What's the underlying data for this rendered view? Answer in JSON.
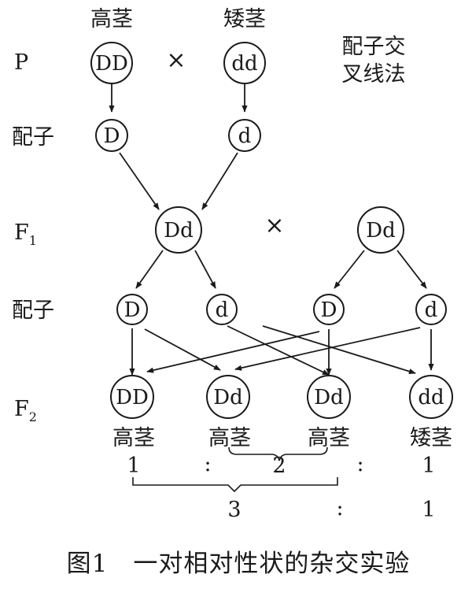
{
  "labels": {
    "tall_top": "高茎",
    "short_top": "矮茎",
    "p": "P",
    "gamete": "配子",
    "f1": "F",
    "f1_sub": "1",
    "f2": "F",
    "f2_sub": "2",
    "method_line1": "配子交",
    "method_line2": "叉线法",
    "cross": "×"
  },
  "genotypes": {
    "p_tall": "DD",
    "p_short": "dd",
    "gamete_D": "D",
    "gamete_d": "d",
    "f1_left": "Dd",
    "f1_right": "Dd",
    "g2_D1": "D",
    "g2_d1": "d",
    "g2_D2": "D",
    "g2_d2": "d",
    "f2_1": "DD",
    "f2_2": "Dd",
    "f2_3": "Dd",
    "f2_4": "dd"
  },
  "phenotypes": [
    "高茎",
    "高茎",
    "高茎",
    "矮茎"
  ],
  "ratio_row1": {
    "a": "1",
    "sep1": ":",
    "b": "2",
    "sep2": ":",
    "c": "1"
  },
  "ratio_row2": {
    "a": "3",
    "sep": ":",
    "b": "1"
  },
  "caption": "图1　一对相对性状的杂交实验"
}
